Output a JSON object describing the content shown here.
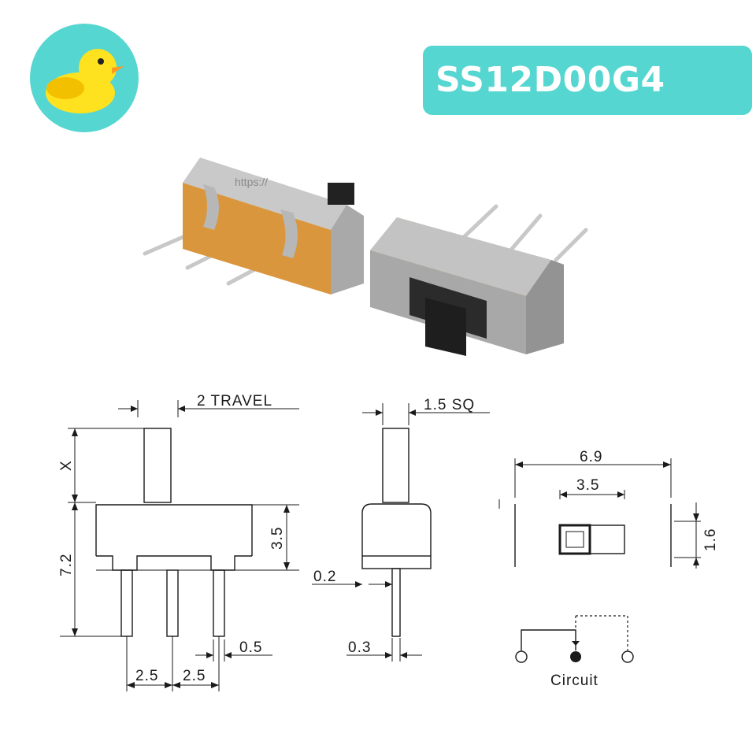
{
  "header": {
    "title": "SS12D00G4",
    "logo_icon": "rubber-duck-icon"
  },
  "colors": {
    "accent": "#56d6d0",
    "title_text": "#ffffff",
    "duck": "#ffe21f",
    "housing": "#d9963d",
    "metal": "#b7b7b7",
    "actuator": "#222222"
  },
  "photo": {
    "watermark": "https://"
  },
  "drawing": {
    "front_view": {
      "travel_label": "2 TRAVEL",
      "x_label": "X",
      "height_label": "7.2",
      "body_height_label": "3.5",
      "pin_pitch_1": "2.5",
      "pin_pitch_2": "2.5",
      "pin_width_label": "0.5"
    },
    "side_view": {
      "actuator_label": "1.5 SQ",
      "gap_label": "0.2",
      "pin_thickness_label": "0.3"
    },
    "top_view": {
      "overall_width_label": "6.9",
      "opening_width_label": "3.5",
      "opening_height_label": "1.6",
      "circuit_label": "Circuit"
    }
  }
}
